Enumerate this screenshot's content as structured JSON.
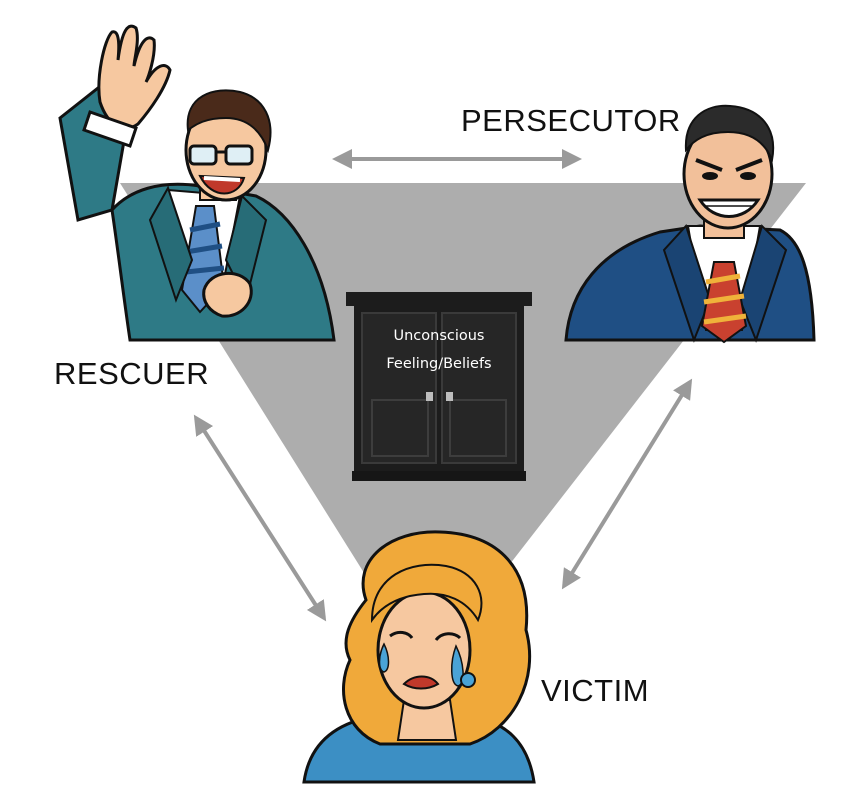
{
  "roles": {
    "persecutor": "PERSECUTOR",
    "rescuer": "RESCUER",
    "victim": "VICTIM"
  },
  "cabinet": {
    "line1": "Unconscious",
    "line2": "Feeling/Beliefs"
  },
  "colors": {
    "triangle": "#adadad",
    "arrows": "#9a9a9a",
    "cabinet": "#1c1c1c",
    "suit_teal": "#2e7a86",
    "suit_navy": "#1f4f84",
    "hair_blonde": "#f0a93a",
    "dress_blue": "#3c8fc4"
  },
  "icons": [
    "rescuer-figure",
    "persecutor-figure",
    "victim-figure",
    "cabinet-icon"
  ]
}
